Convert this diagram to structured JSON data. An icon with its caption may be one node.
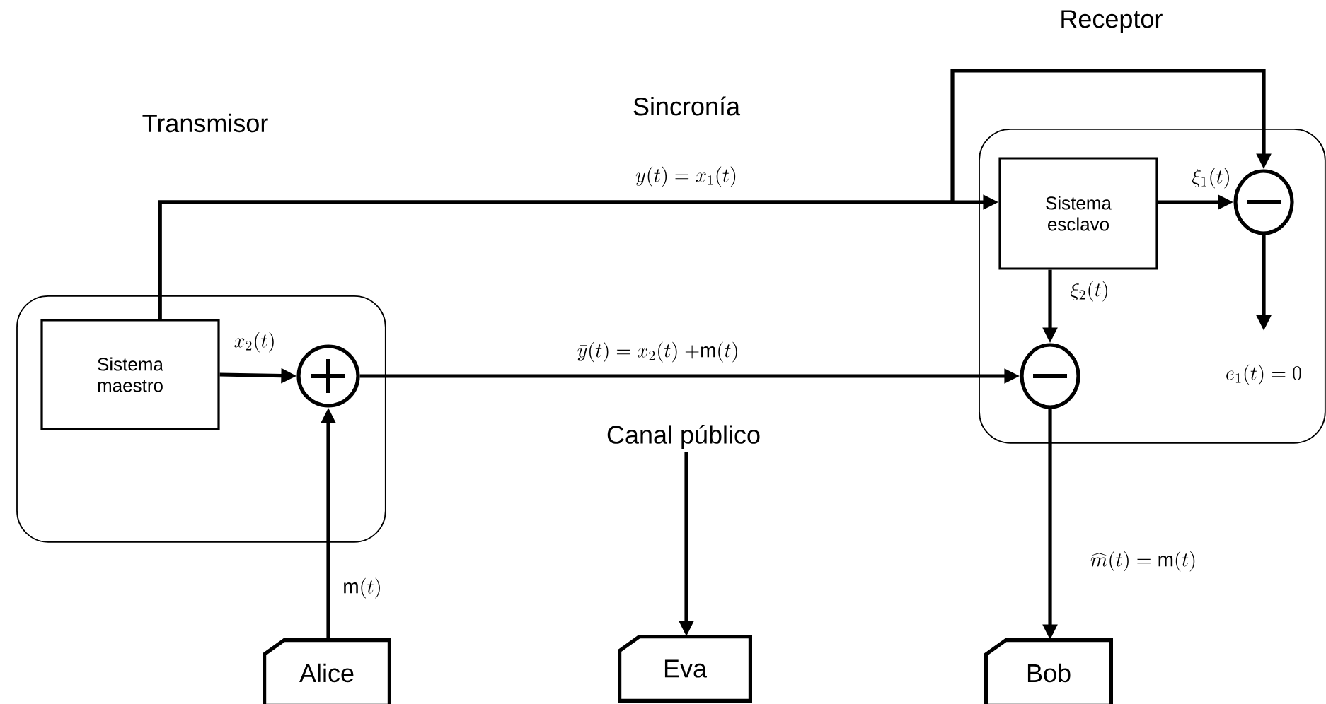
{
  "diagram": {
    "nodes": [
      {
        "text": [],
        "shape": "box"
      },
      {
        "text": [
          "Sistema maestro"
        ],
        "in": 0
      },
      {
        "text": [],
        "shape": "circle",
        "in": 0
      },
      {
        "text": [
          "Receptor"
        ]
      },
      {
        "text": [
          "Sistema esclavo"
        ],
        "in": 3
      },
      {
        "text": [],
        "shape": "circle",
        "in": 3
      },
      {
        "text": [],
        "shape": "circle",
        "in": 3
      },
      {
        "text": [
          "Alice"
        ]
      },
      {
        "text": [
          "Eva"
        ]
      },
      {
        "text": [
          "Bob"
        ]
      },
      {
        "text": [
          "e_1(t) = 0"
        ],
        "in": 3
      },
      {
        "text": [
          "Canal público"
        ]
      }
    ],
    "edges": [
      {
        "from": 1,
        "to": 2,
        "arrow": "to",
        "label": "x_2(t)"
      },
      {
        "from": 1,
        "to": 4,
        "arrow": "to",
        "label": "y(t) = x_1(t)"
      },
      {
        "from": 1,
        "to": 5,
        "arrow": "to"
      },
      {
        "from": 4,
        "to": 5,
        "arrow": "to",
        "label": "\\xi_1(t)"
      },
      {
        "from": 4,
        "to": 6,
        "arrow": "to",
        "label": "\\xi_2(t)"
      },
      {
        "from": 2,
        "to": 6,
        "arrow": "to",
        "label": "\\bar{y}(t) = x_2(t)\\ {+}\\mathrm{m}(t)"
      },
      {
        "from": 7,
        "to": 2,
        "arrow": "to",
        "label": "\\mathrm{m}(t)"
      },
      {
        "from": 5,
        "to": 10,
        "arrow": "to"
      },
      {
        "from": 6,
        "to": 9,
        "arrow": "to",
        "label": "\\widehat{m}(t) = \\mathrm{m}(t)"
      },
      {
        "from": 11,
        "to": 8,
        "arrow": "to"
      }
    ],
    "labels": [
      "Sincronía",
      "Transmisor"
    ]
  }
}
